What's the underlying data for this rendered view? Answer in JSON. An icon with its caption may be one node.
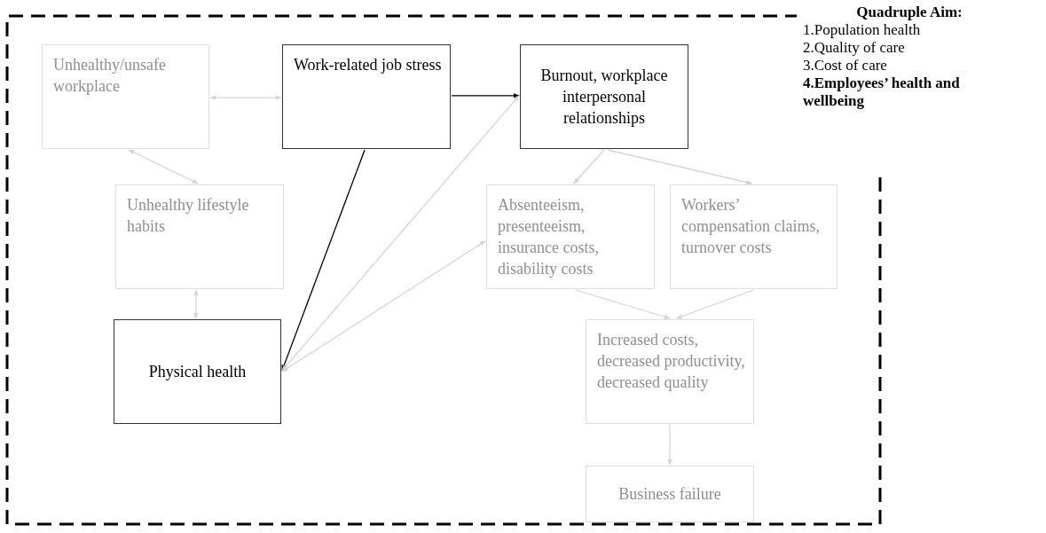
{
  "diagram": {
    "nodes": [
      {
        "text": [
          "Unhealthy/unsafe workplace"
        ]
      },
      {
        "text": [
          "Work-related job stress"
        ]
      },
      {
        "text": [
          "Burnout, workplace interpersonal relationships"
        ]
      },
      {
        "text": [
          "Unhealthy lifestyle habits"
        ]
      },
      {
        "text": [
          "Absenteeism, presenteeism, insurance costs, disability costs"
        ]
      },
      {
        "text": [
          "Workers’ compensation claims, turnover costs"
        ]
      },
      {
        "text": [
          "Physical health"
        ]
      },
      {
        "text": [
          "Increased costs, decreased productivity, decreased quality"
        ]
      },
      {
        "text": [
          "Business failure"
        ]
      }
    ],
    "edges": [
      {
        "from": 0,
        "to": 1,
        "arrow": "both"
      },
      {
        "from": 0,
        "to": 3,
        "arrow": "both"
      },
      {
        "from": 3,
        "to": 6,
        "arrow": "both"
      },
      {
        "from": 1,
        "to": 2,
        "arrow": "to",
        "color": "#000000"
      },
      {
        "from": 1,
        "to": 6,
        "arrow": "to",
        "color": "#000000"
      },
      {
        "from": 6,
        "to": 2,
        "arrow": "both"
      },
      {
        "from": 6,
        "to": 4,
        "arrow": "both"
      },
      {
        "from": 2,
        "to": 4,
        "arrow": "to"
      },
      {
        "from": 2,
        "to": 5,
        "arrow": "to"
      },
      {
        "from": 4,
        "to": 7,
        "arrow": "to"
      },
      {
        "from": 5,
        "to": 7,
        "arrow": "to"
      },
      {
        "from": 7,
        "to": 8,
        "arrow": "to"
      }
    ],
    "labels": [
      "Quadruple Aim:",
      "1.Population health",
      "2.Quality of care",
      "3.Cost of care",
      "4.Employees’ health and wellbeing"
    ]
  }
}
